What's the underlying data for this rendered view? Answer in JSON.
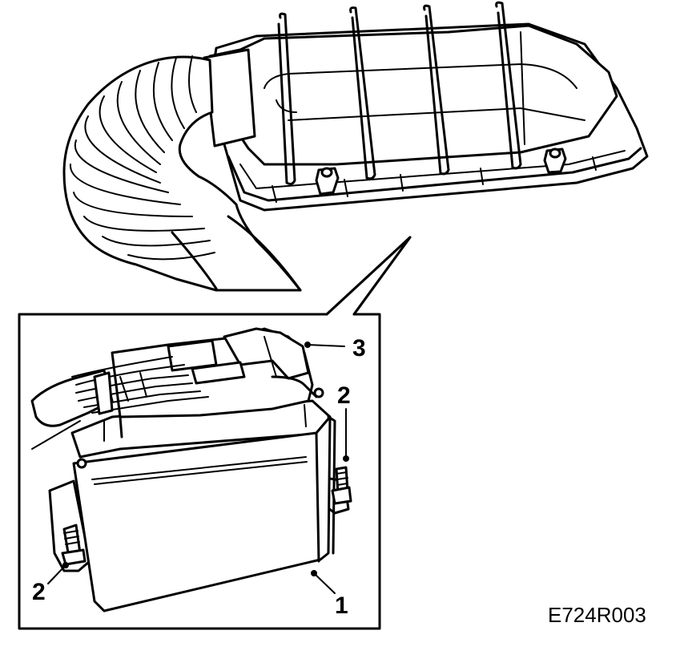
{
  "callouts": {
    "ecu": "1",
    "nut_left": "2",
    "nut_right": "2",
    "connector": "3"
  },
  "figure_code": "E724R003"
}
